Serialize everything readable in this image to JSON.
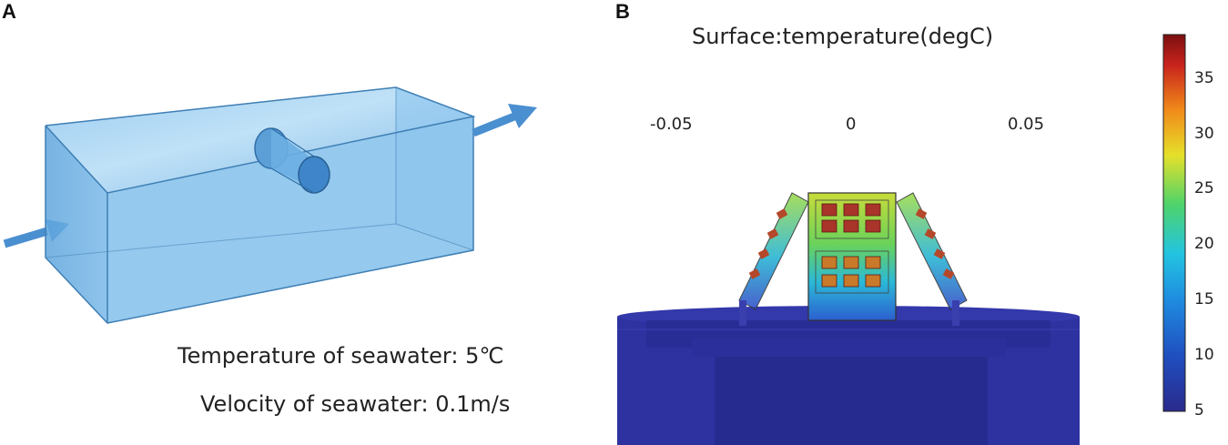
{
  "panel_a": {
    "letter": "A",
    "temperature_label": "Temperature of seawater: 5℃",
    "velocity_label": "Velocity of seawater: 0.1m/s",
    "colors": {
      "water": "#6fb3e6",
      "edge": "#3f7fb5",
      "arrow": "#4a8fd0"
    }
  },
  "panel_b": {
    "letter": "B",
    "title": "Surface:temperature(degC)",
    "x_ticks": [
      "-0.05",
      "0",
      "0.05"
    ],
    "colorbar": {
      "ticks": [
        "35",
        "30",
        "25",
        "20",
        "15",
        "10",
        "5"
      ],
      "min": 5,
      "max": 39,
      "colors": [
        "#2a2a8c",
        "#1f6fd6",
        "#23c4e0",
        "#4fd36a",
        "#e6e02a",
        "#f08a1a",
        "#c8231c",
        "#7a1010"
      ]
    },
    "colors": {
      "base": "#2d32a0",
      "base_dark": "#232884",
      "heater": "#b5482a"
    }
  }
}
